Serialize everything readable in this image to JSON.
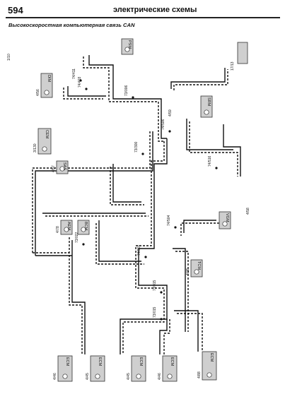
{
  "header": {
    "page_number": "594",
    "chapter": "электрические схемы"
  },
  "diagram": {
    "title": "Высокоскоростная компьютерная связь CAN",
    "modules": [
      {
        "id": "m1",
        "code": "DIM"
      },
      {
        "id": "m2",
        "code": "PSM"
      },
      {
        "id": "m3",
        "code": "SRM"
      },
      {
        "id": "m4",
        "code": "CEM"
      },
      {
        "id": "m5",
        "code": "SAS"
      },
      {
        "id": "m6",
        "code": "AEM"
      },
      {
        "id": "m7",
        "code": "BCM"
      },
      {
        "id": "m8",
        "code": "VGM"
      },
      {
        "id": "m9",
        "code": "TCM"
      },
      {
        "id": "m10",
        "code": "ECM"
      },
      {
        "id": "m11",
        "code": "ECM"
      },
      {
        "id": "m12",
        "code": "ECM"
      },
      {
        "id": "m13",
        "code": "ECM"
      },
      {
        "id": "m14",
        "code": "ECM"
      }
    ],
    "connectors": [
      {
        "id": "c1",
        "code": "1/10"
      },
      {
        "id": "c2",
        "code": "4/56"
      },
      {
        "id": "c3",
        "code": "3/130"
      },
      {
        "id": "c4",
        "code": "4/57"
      },
      {
        "id": "c5",
        "code": "4/58"
      },
      {
        "id": "c6",
        "code": "4/59"
      },
      {
        "id": "c7",
        "code": "4/78"
      },
      {
        "id": "c8",
        "code": "4/88"
      },
      {
        "id": "c9",
        "code": "4/28"
      },
      {
        "id": "c10",
        "code": "4/46"
      },
      {
        "id": "c11",
        "code": "4/45"
      },
      {
        "id": "c12",
        "code": "4/45"
      },
      {
        "id": "c13",
        "code": "4/46"
      },
      {
        "id": "c14",
        "code": "17/13"
      }
    ],
    "splices": [
      {
        "id": "s1",
        "code": "74/411"
      },
      {
        "id": "s2",
        "code": "74/403"
      },
      {
        "id": "s3",
        "code": "73/006"
      },
      {
        "id": "s4",
        "code": "74/506"
      },
      {
        "id": "s5",
        "code": "73/300"
      },
      {
        "id": "s6",
        "code": "74/516"
      },
      {
        "id": "s7",
        "code": "74/301"
      },
      {
        "id": "s8",
        "code": "74/504"
      },
      {
        "id": "s9",
        "code": "73/022"
      },
      {
        "id": "s10",
        "code": "73/015"
      },
      {
        "id": "s11",
        "code": "73/015"
      }
    ],
    "wire_colors": {
      "solid": "#111111",
      "dashed": "#111111",
      "grey_connector": "#cfcfcf"
    }
  }
}
